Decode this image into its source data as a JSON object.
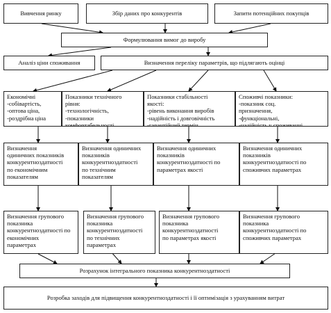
{
  "top": {
    "market": "Вивчення ринку",
    "competitors": "Збір даних про конкурентів",
    "customers": "Запити потенційних покупців"
  },
  "requirements": "Формулювання вимог до виробу",
  "analysis": "Аналіз ціни споживання",
  "parameters": "Визначення переліку параметрів, що підлягають оцінці",
  "categories": {
    "economic": "Економічні\n-собівартість,\n-оптова ціна,\n-роздрібна ціна",
    "technical": "Показники технічного\nрівня:\n-технологічність,\n-показники\nкомфортабельності,\n-патентно-правовий",
    "stability": "Показники стабільності\nякості:\n-рівень виконання виробів\n-надійність і довговічність\n-гарантійний термін\n-зовнішній вигляд",
    "consumer": "Споживчі показники:\n-показник соц.\nпризначення,\n-функціональні,\n-надійність у споживанні,\n-эргономические."
  },
  "single": {
    "economic": "Визначення\nодиничних показників\nконкурентноздатності\nпо економічним\nпоказателям",
    "technical": "Визначення одиничних\nпоказників\nконкурентноздатності\nпо технічним\nпоказателям",
    "stability": "Визначення одиничних\nпоказників\nконкурентноздатності по\nпараметрах якості",
    "consumer": "Визначення одиничних\nпоказників\nконкурентноздатності по\nспоживчих параметрах"
  },
  "group": {
    "economic": "Визначення групового\nпоказника\nконкурентноздатності по\nекономічних\nпараметрах",
    "technical": "Визначення групового\nпоказника\nконкурентноздатності\nпо технічних\nпараметрах",
    "stability": "Визначення групового\nпоказника\nконкурентноздатності\nпо параметрах якості",
    "consumer": "Визначення групового\nпоказника\nконкурентноздатності по\nспоживчих параметрах"
  },
  "integral": "Розрахунок інтегрального показника конкурентноздатності",
  "measures": "Розробка заходів для підвищення конкурентноздатності і її оптимізація з урахуванням витрат"
}
